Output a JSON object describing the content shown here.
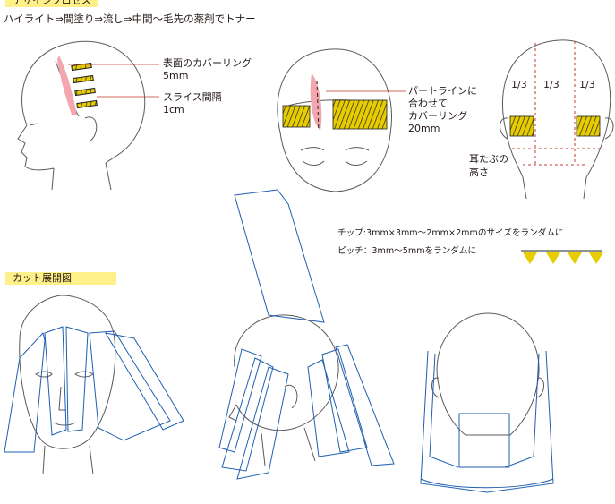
{
  "header": {
    "section_label": "デザインプロセス",
    "process_line": "ハイライト⇒間塗り⇒流し⇒中間〜毛先の薬剤でトナー"
  },
  "side_head": {
    "label1_line1": "表面のカバーリング",
    "label1_line2": "5mm",
    "label2_line1": "スライス間隔",
    "label2_line2": "1cm"
  },
  "front_head": {
    "label_line1": "パートラインに",
    "label_line2": "合わせて",
    "label_line3": "カバーリング",
    "label_line4": "20mm"
  },
  "back_head": {
    "section1": "1/3",
    "section2": "1/3",
    "section3": "1/3",
    "ear_label_line1": "耳たぶの",
    "ear_label_line2": "高さ"
  },
  "chip_note": {
    "line1": "チップ:3mm×3mm〜2mm×2mmのサイズをランダムに",
    "line2": "ピッチ：3mm〜5mmをランダムに"
  },
  "cut_section": {
    "label": "カット展開図"
  },
  "colors": {
    "highlight_bg": "#fff089",
    "line": "#5a5a5a",
    "accent_red": "#c0392b",
    "pink_fill": "#f4a6ae",
    "chip_yellow": "#e6cc00",
    "cut_blue": "#1f5fb0"
  }
}
